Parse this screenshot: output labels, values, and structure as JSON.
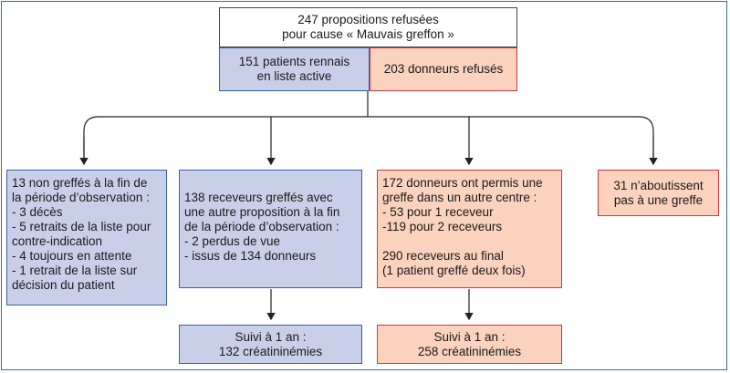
{
  "top": {
    "lines": [
      "247 propositions refusées",
      "pour cause « Mauvais greffon »"
    ]
  },
  "patients": {
    "lines": [
      "151 patients rennais",
      "en liste active"
    ]
  },
  "donneurs": {
    "lines": [
      "203 donneurs refusés"
    ]
  },
  "non_greffes": {
    "lines": [
      "13 non greffés à la fin de",
      "la période d’observation :",
      "- 3 décès",
      "- 5 retraits de la liste pour",
      "contre-indication",
      "- 4 toujours en attente",
      "- 1 retrait de la liste sur",
      "décision du patient"
    ]
  },
  "receveurs": {
    "lines": [
      "138 receveurs greffés avec",
      "une autre proposition à la fin",
      "de la période d’observation :",
      "- 2 perdus de vue",
      "- issus de 134 donneurs"
    ]
  },
  "autre_centre": {
    "lines": [
      "172 donneurs ont permis une",
      "greffe dans un autre centre :",
      "- 53 pour 1 receveur",
      "-119 pour 2 receveurs"
    ],
    "lines2": [
      "290 receveurs au final",
      "(1 patient greffé deux fois)"
    ]
  },
  "aboutissent": {
    "lines": [
      "31 n’aboutissent",
      "pas à une greffe"
    ]
  },
  "suivi_left": {
    "lines": [
      "Suivi à 1 an :",
      "132 créatininémies"
    ]
  },
  "suivi_right": {
    "lines": [
      "Suivi à 1 an :",
      "258 créatininémies"
    ]
  },
  "colors": {
    "blue_fill": "#c9cfe8",
    "blue_border": "#3a5fa8",
    "peach_fill": "#fbd2bd",
    "peach_border": "#d9333f",
    "frame": "#2e6fa7"
  }
}
